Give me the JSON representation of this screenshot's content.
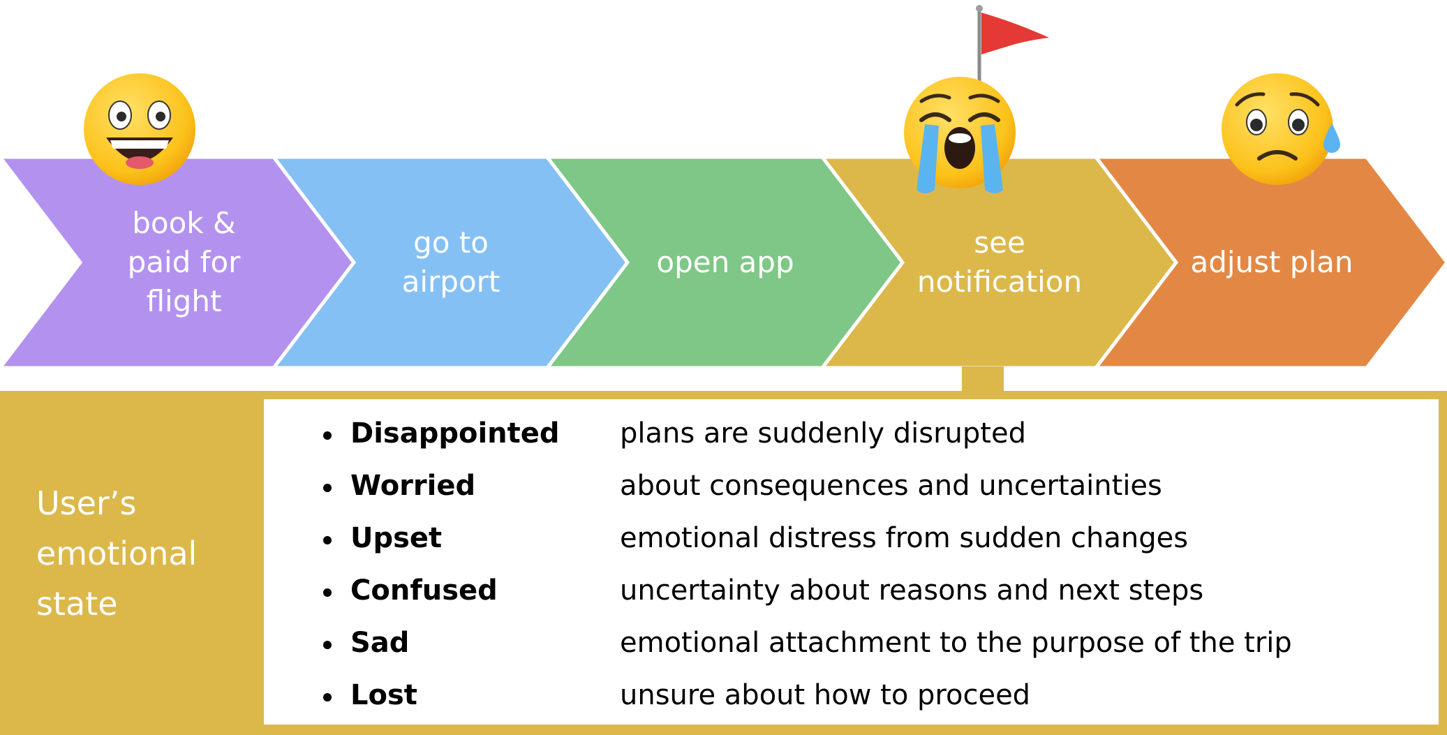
{
  "steps": [
    {
      "lines": [
        "book &",
        "paid for",
        "flight"
      ],
      "color": "#b392ef",
      "emoji": "grinning"
    },
    {
      "lines": [
        "go to",
        "airport"
      ],
      "color": "#85c0f5",
      "emoji": ""
    },
    {
      "lines": [
        "open app"
      ],
      "color": "#7fc786",
      "emoji": ""
    },
    {
      "lines": [
        "see",
        "notification"
      ],
      "color": "#dcb84b",
      "emoji": "crying-loudly",
      "flag": true
    },
    {
      "lines": [
        "adjust plan"
      ],
      "color": "#e38844",
      "emoji": "sad-sweat"
    }
  ],
  "panel": {
    "title": "User’s emotional state",
    "color": "#dcb84b",
    "flag_color": "#e53935",
    "emotions": [
      {
        "name": "Disappointed",
        "description": "plans are suddenly disrupted"
      },
      {
        "name": "Worried",
        "description": "about consequences and uncertainties"
      },
      {
        "name": "Upset",
        "description": "emotional distress from sudden changes"
      },
      {
        "name": "Confused",
        "description": "uncertainty about reasons and next steps"
      },
      {
        "name": "Sad",
        "description": "emotional attachment to the purpose of the trip"
      },
      {
        "name": "Lost",
        "description": "unsure about how to proceed"
      }
    ]
  }
}
